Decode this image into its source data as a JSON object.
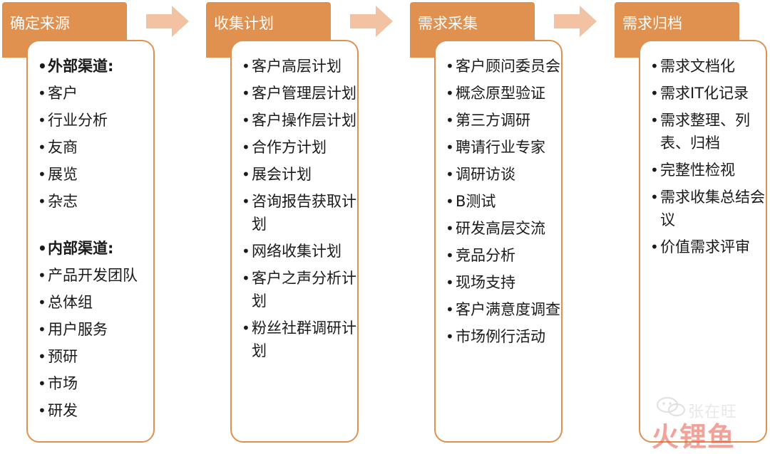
{
  "arrow_color": "#f2c2a2",
  "accent_color": "#e0914f",
  "columns": [
    {
      "title": "确定来源",
      "items": [
        {
          "text": "外部渠道:",
          "bold": true
        },
        {
          "text": "客户"
        },
        {
          "text": "行业分析"
        },
        {
          "text": "友商"
        },
        {
          "text": "展览"
        },
        {
          "text": "杂志"
        },
        {
          "gap": true
        },
        {
          "text": "内部渠道:",
          "bold": true
        },
        {
          "text": "产品开发团队"
        },
        {
          "text": "总体组"
        },
        {
          "text": "用户服务"
        },
        {
          "text": "预研"
        },
        {
          "text": "市场"
        },
        {
          "text": "研发"
        }
      ]
    },
    {
      "title": "收集计划",
      "items": [
        {
          "text": "客户高层计划"
        },
        {
          "text": "客户管理层计划"
        },
        {
          "text": "客户操作层计划"
        },
        {
          "text": "合作方计划"
        },
        {
          "text": "展会计划"
        },
        {
          "text": "咨询报告获取计划"
        },
        {
          "text": "网络收集计划"
        },
        {
          "text": "客户之声分析计划"
        },
        {
          "text": "粉丝社群调研计划"
        }
      ]
    },
    {
      "title": "需求采集",
      "items": [
        {
          "text": "客户顾问委员会"
        },
        {
          "text": "概念原型验证"
        },
        {
          "text": "第三方调研"
        },
        {
          "text": "聘请行业专家"
        },
        {
          "text": "调研访谈"
        },
        {
          "text": "B测试"
        },
        {
          "text": "研发高层交流"
        },
        {
          "text": "竞品分析"
        },
        {
          "text": "现场支持"
        },
        {
          "text": "客户满意度调查"
        },
        {
          "text": "市场例行活动"
        }
      ]
    },
    {
      "title": "需求归档",
      "items": [
        {
          "text": "需求文档化"
        },
        {
          "text": "需求IT化记录"
        },
        {
          "text": "需求整理、列表、归档"
        },
        {
          "text": "完整性检视"
        },
        {
          "text": "需求收集总结会议"
        },
        {
          "text": "价值需求评审"
        }
      ]
    }
  ],
  "watermark": {
    "name": "张在旺",
    "logo": "火锂鱼",
    "icon": "wechat-icon"
  }
}
